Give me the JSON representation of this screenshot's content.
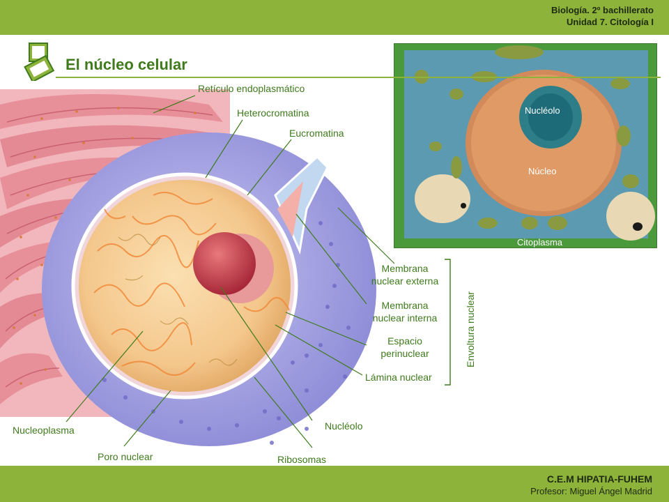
{
  "header": {
    "line1": "Biología. 2º bachillerato",
    "line2": "Unidad 7. Citología I"
  },
  "title": "El núcleo celular",
  "footer": {
    "school": "C.E.M HIPATIA-FUHEM",
    "teacher": "Profesor: Miguel Ángel Madrid"
  },
  "micrograph": {
    "nucleolo": "Nucléolo",
    "nucleo": "Núcleo",
    "citoplasma": "Citoplasma"
  },
  "labels": {
    "reticulo": "Retículo endoplasmático",
    "heterocromatina": "Heterocromatina",
    "eucromatina": "Eucromatina",
    "membrana_externa_1": "Membrana",
    "membrana_externa_2": "nuclear externa",
    "membrana_interna_1": "Membrana",
    "membrana_interna_2": "nuclear interna",
    "espacio_1": "Espacio",
    "espacio_2": "perinuclear",
    "lamina": "Lámina nuclear",
    "envoltura": "Envoltura nuclear",
    "nucleoplasma": "Nucleoplasma",
    "poro": "Poro nuclear",
    "ribosomas": "Ribosomas",
    "nucleolo": "Nucléolo"
  },
  "colors": {
    "bar_green": "#8db33a",
    "title_green": "#3f7a1c",
    "er_pink": "#e8909a",
    "nuclear_orange": "#f3c58a",
    "membrane_purple": "#a8a7e0",
    "nucleolus_red": "#c8464a"
  }
}
